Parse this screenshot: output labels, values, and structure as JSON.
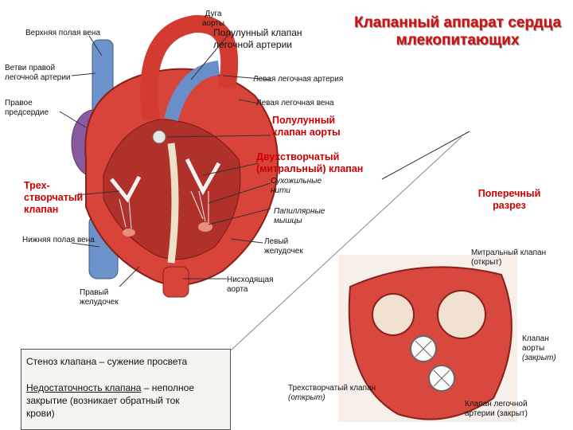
{
  "title": "Клапанный аппарат сердца млекопитающих",
  "labels": {
    "aortic_arch": "Дуга аорты",
    "svc": "Верхняя полая вена",
    "pulm_semilunar": "Полулунный клапан легочной артерии",
    "right_pulm_branches": "Ветви правой легочной артерии",
    "left_pulm_artery_1": "Левая легочная артерия",
    "left_pulm_artery_2": "Левая легочная вена",
    "right_atrium": "Правое предсердие",
    "aortic_semilunar": "Полулунный клапан аорты",
    "mitral": "Двухстворчатый (митральный) клапан",
    "tricuspid": "Трех-створчатый клапан",
    "chordae": "Сухожильные нити",
    "papillary": "Папиллярные мышцы",
    "cross_section": "Поперечный разрез",
    "ivc": "Нижняя полая вена",
    "left_ventricle": "Левый желудочек",
    "mitral_open": "Митральный клапан (открыт)",
    "desc_aorta": "Нисходящая аорта",
    "right_ventricle": "Правый желудочек",
    "aortic_closed_1": "Клапан аорты",
    "aortic_closed_2": "(закрыт)",
    "tricuspid_open_1": "Трехстворчатый клапан",
    "tricuspid_open_2": "(открыт)",
    "pulm_closed": "Клапан легочной артерии (закрыт)"
  },
  "box": {
    "line1": "Стеноз клапана – сужение просвета",
    "line2_u": "Недостаточность клапана",
    "line2_rest": " – неполное",
    "line3": "закрытие (возникает обратный ток",
    "line4": "крови)"
  },
  "colors": {
    "title": "#d01010",
    "heart_red": "#d8443a",
    "vein_blue": "#6a8fc8",
    "valve_white": "#f2f2f2"
  }
}
